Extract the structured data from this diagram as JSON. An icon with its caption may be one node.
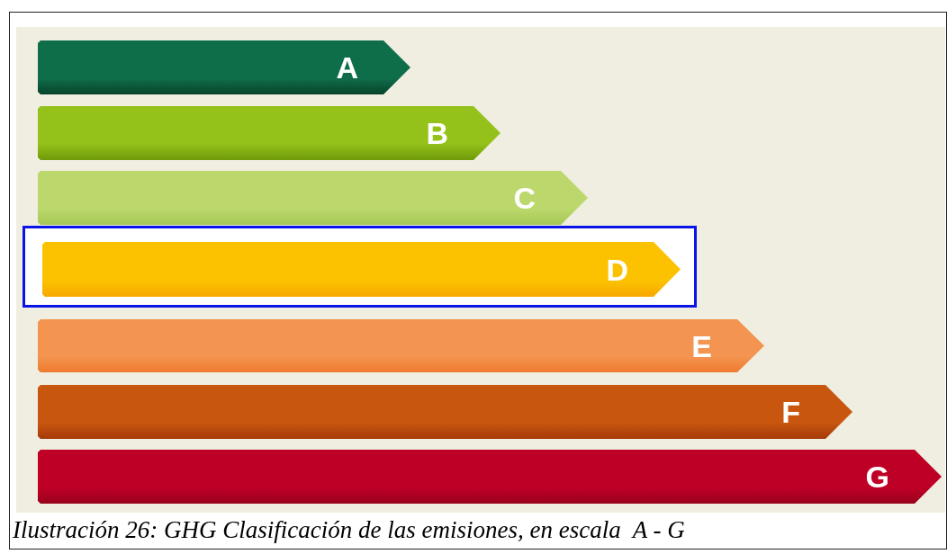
{
  "diagram": {
    "caption": "Ilustración 26: GHG Clasificación de las emisiones, en escala  A - G",
    "nodes": [
      {
        "text": [
          "A"
        ]
      },
      {
        "text": [
          "B"
        ]
      },
      {
        "text": [
          "C"
        ]
      },
      {
        "text": [],
        "shape": "box"
      },
      {
        "text": [
          "D"
        ],
        "in": 3
      },
      {
        "text": [
          "E"
        ]
      },
      {
        "text": [
          "F"
        ]
      },
      {
        "text": [
          "G"
        ]
      }
    ],
    "edges": []
  }
}
